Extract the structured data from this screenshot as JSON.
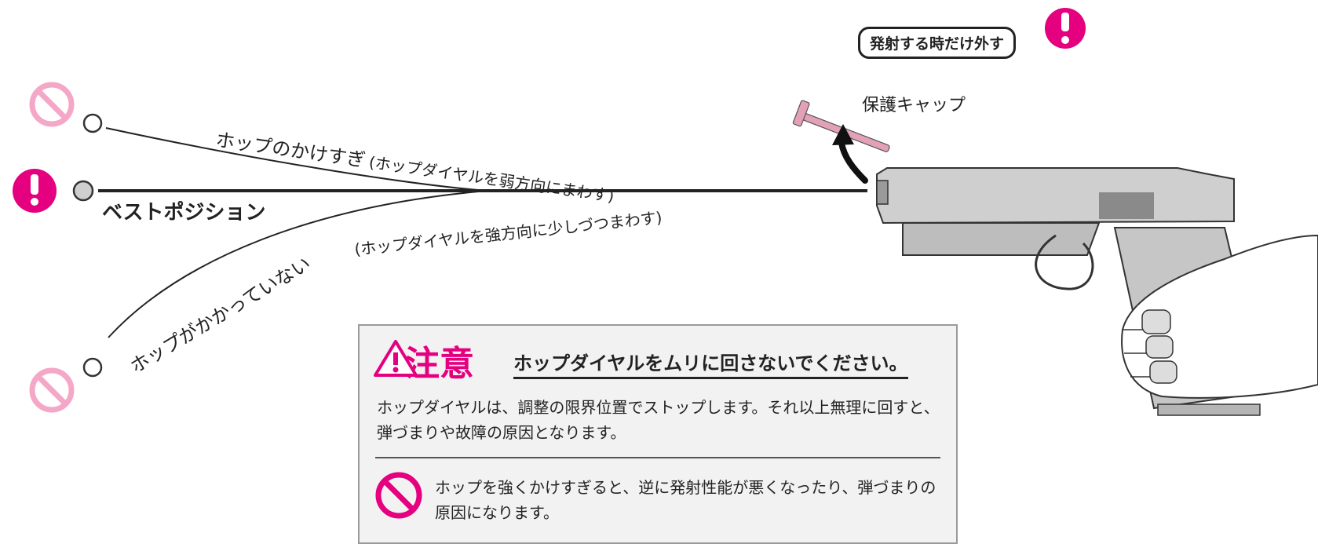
{
  "badge": {
    "label": "発射する時だけ外す"
  },
  "cap_label": "保護キャップ",
  "labels": {
    "best": "ベストポジション",
    "over": "ホップのかけすぎ",
    "over_hint": "(ホップダイヤルを弱方向にまわす)",
    "under": "ホップがかかっていない",
    "under_hint": "(ホップダイヤルを強方向に少しづつまわす)"
  },
  "notice": {
    "title": "注意",
    "heading": "ホップダイヤルをムリに回さないでください。",
    "body": "ホップダイヤルは、調整の限界位置でストップします。それ以上無理に回すと、弾づまりや故障の原因となります。",
    "warning": "ホップを強くかけすぎると、逆に発射性能が悪くなったり、弾づまりの原因になります。"
  },
  "colors": {
    "accent": "#e5007f",
    "prohibit_light": "#f4a7c7",
    "cap_pink": "#e3a1b8",
    "ink": "#222222"
  },
  "icons": [
    "prohibited-icon",
    "exclamation-icon",
    "warning-triangle-icon",
    "curved-arrow-icon",
    "pistol-illustration"
  ]
}
